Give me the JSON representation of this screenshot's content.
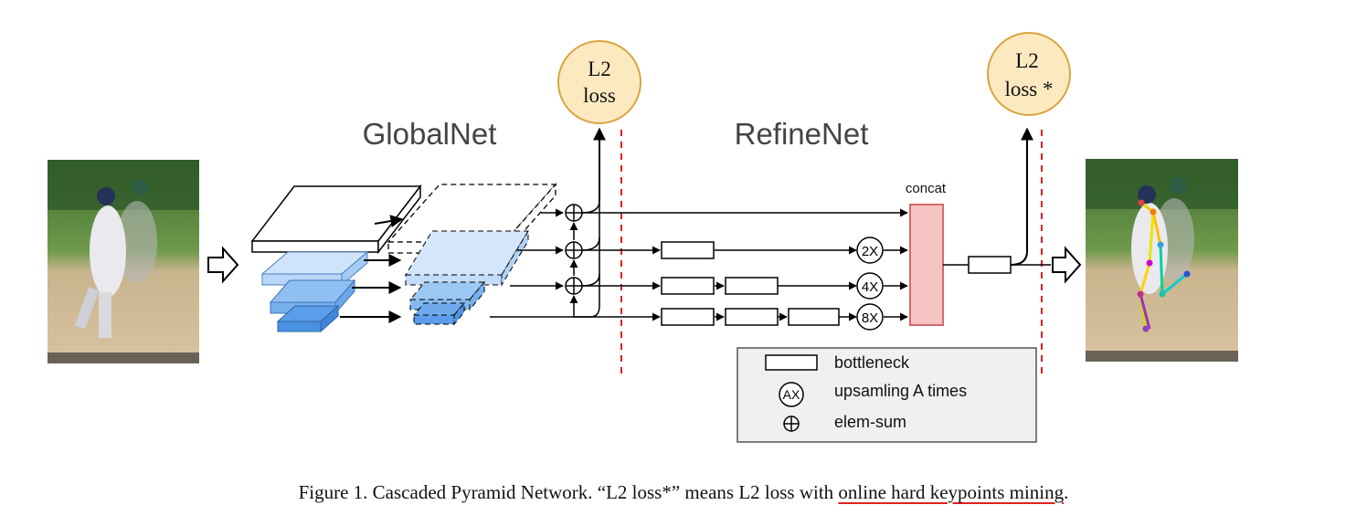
{
  "diagram": {
    "globalnet_label": "GlobalNet",
    "refinenet_label": "RefineNet",
    "concat_label": "concat",
    "loss1": {
      "line1": "L2",
      "line2": "loss"
    },
    "loss2": {
      "line1": "L2",
      "line2": "loss *"
    },
    "upsample_labels": [
      "2X",
      "4X",
      "8X"
    ],
    "legend": {
      "bottleneck": "bottleneck",
      "upsampling_symbol": "AX",
      "upsampling": "upsamling A times",
      "elemsum": "elem-sum"
    },
    "colors": {
      "loss_fill": "#fde9c0",
      "loss_stroke": "#d9a441",
      "concat_fill": "#f6c3c3",
      "concat_stroke": "#d46a6a",
      "divider": "#e02020",
      "pyramid_light": "#d6e8fb",
      "pyramid_dark": "#4f97e8",
      "legend_fill": "#f0f0f0"
    }
  },
  "caption": {
    "prefix": "Figure 1. Cascaded Pyramid Network. “L2 loss*” means L2 loss with ",
    "underlined": "online hard keypoints mining",
    "suffix": "."
  }
}
